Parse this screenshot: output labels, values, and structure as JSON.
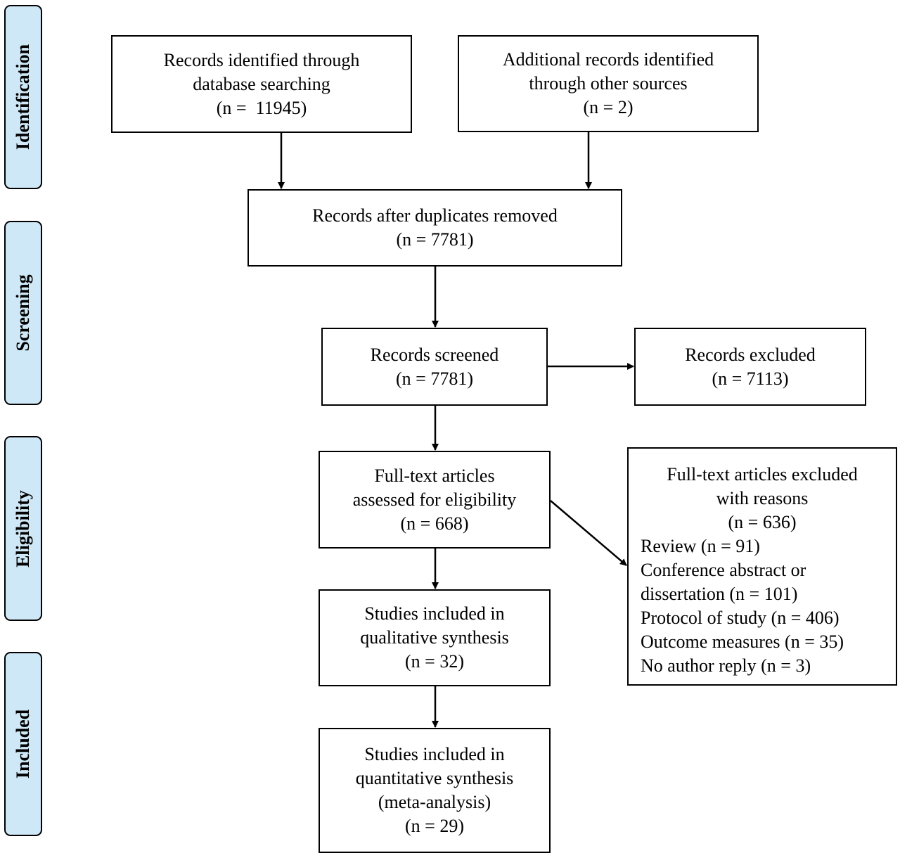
{
  "phases": {
    "identification": "Identification",
    "screening": "Screening",
    "eligibility": "Eligibility",
    "included": "Included"
  },
  "boxes": {
    "database": {
      "lines": [
        "Records identified through",
        "database searching",
        "(n =  11945)"
      ]
    },
    "other_sources": {
      "lines": [
        "Additional records identified",
        "through other sources",
        "(n = 2)"
      ]
    },
    "duplicates_removed": {
      "lines": [
        "Records after duplicates removed",
        "(n = 7781)"
      ]
    },
    "screened": {
      "lines": [
        "Records screened",
        "(n = 7781)"
      ]
    },
    "excluded": {
      "lines": [
        "Records excluded",
        "(n = 7113)"
      ]
    },
    "full_text": {
      "lines": [
        "Full-text articles",
        "assessed for eligibility",
        "(n = 668)"
      ]
    },
    "full_text_excluded": {
      "lines": [
        "Full-text articles excluded",
        "with reasons",
        "(n = 636)"
      ],
      "reasons": [
        "Review (n = 91)",
        "Conference abstract or",
        "dissertation (n = 101)",
        "Protocol of study (n = 406)",
        "Outcome measures (n = 35)",
        "No author reply (n = 3)"
      ]
    },
    "qualitative": {
      "lines": [
        "Studies included in",
        "qualitative synthesis",
        "(n = 32)"
      ]
    },
    "quantitative": {
      "lines": [
        "Studies included in",
        "quantitative synthesis",
        "(meta-analysis)",
        "(n = 29)"
      ]
    }
  }
}
